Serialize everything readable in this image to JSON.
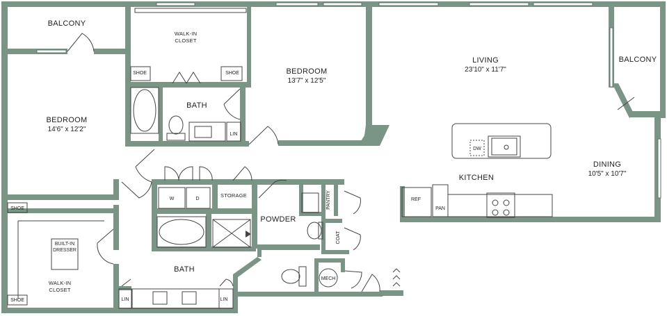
{
  "rooms": {
    "balcony_left": "BALCONY",
    "walkin_closet_top": [
      "WALK-IN",
      "CLOSET"
    ],
    "shoe_a": "SHOE",
    "shoe_b": "SHOE",
    "bath_top": "BATH",
    "lin_top": "LIN",
    "bedroom_center": "BEDROOM",
    "bedroom_center_dim": "13'7\" x 12'5\"",
    "bedroom_left": "BEDROOM",
    "bedroom_left_dim": "14'6\" x 12'2\"",
    "living": "LIVING",
    "living_dim": "23'10\" x 11'7\"",
    "balcony_right": "BALCONY",
    "dw": "DW",
    "kitchen": "KITCHEN",
    "dining": "DINING",
    "dining_dim": "10'5\" x 10'7\"",
    "ref": "REF",
    "pan": "PAN",
    "washer": "W",
    "dryer": "D",
    "storage": "STORAGE",
    "pantry": "PANTRY",
    "powder": "POWDER",
    "coat": "COAT",
    "mech": "MECH",
    "bath_bottom": "BATH",
    "lin_b1": "LIN",
    "lin_b2": "LIN",
    "shoe_c": "SHOE",
    "shoe_d": "SHOE",
    "built_in_dresser": [
      "BUILT-IN",
      "DRESSER"
    ],
    "walkin_closet_bottom": [
      "WALK-IN",
      "CLOSET"
    ]
  },
  "colors": {
    "wall": "#7a9486",
    "wall_edge": "#5d7668",
    "fixture": "#444444",
    "text": "#1f1f1f",
    "background": "#ffffff"
  }
}
